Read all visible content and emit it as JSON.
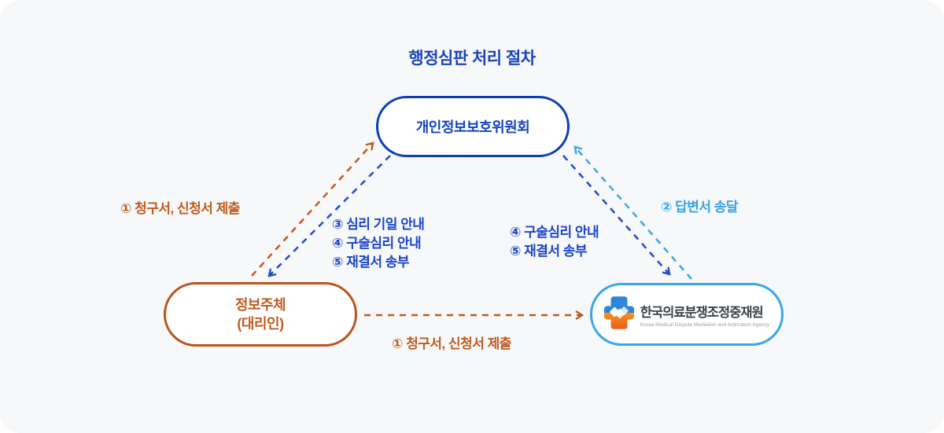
{
  "title": "행정심판 처리 절차",
  "nodes": {
    "commission": {
      "label": "개인정보보호위원회"
    },
    "subject": {
      "line1": "정보주체",
      "line2": "(대리인)"
    },
    "agency": {
      "label": "한국의료분쟁조정중재원",
      "sublabel": "Korea Medical Dispute Mediation and Arbitration Agency",
      "logo_icon": "medical-cross-handshake-icon"
    }
  },
  "edge_labels": {
    "submit_left": "① 청구서, 신청서 제출",
    "notify_subject": [
      "③ 심리 기일 안내",
      "④ 구술심리 안내",
      "⑤ 재결서 송부"
    ],
    "notify_agency": [
      "④ 구술심리 안내",
      "⑤ 재결서 송부"
    ],
    "reply_delivery": "② 답변서 송달",
    "submit_bottom": "① 청구서, 신청서 제출"
  },
  "colors": {
    "card_bg": "#f7f8f9",
    "commission_blue": "#0b3fb6",
    "arrow_blue": "#1e4cc9",
    "orange": "#bf5a1e",
    "sky_blue": "#35a7e8",
    "agency_text": "#3b4149",
    "agency_subtext": "#9aa0a8",
    "logo_blue": "#2e86d8",
    "logo_orange": "#f0801e"
  }
}
